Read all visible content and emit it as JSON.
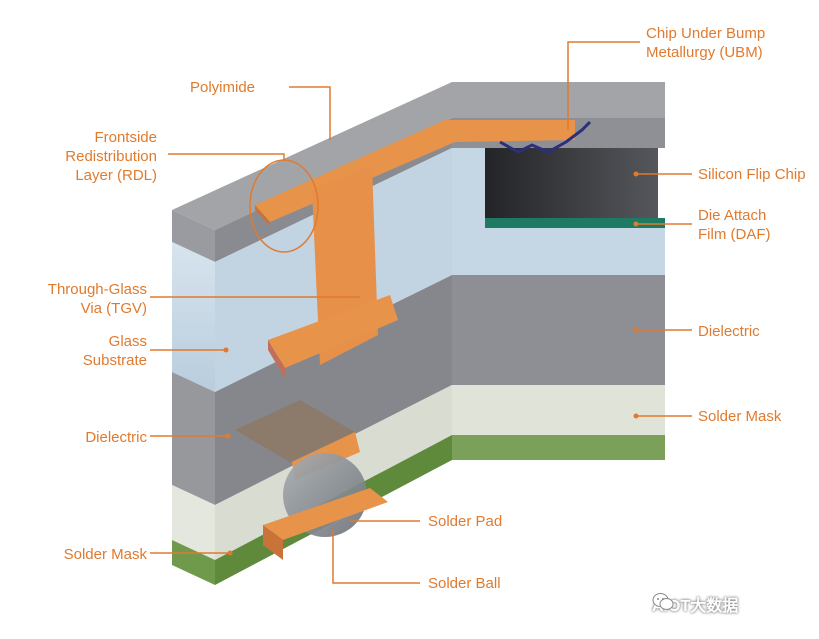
{
  "labels": {
    "ubm": {
      "line1": "Chip Under Bump",
      "line2": "Metallurgy (UBM)"
    },
    "polyimide": "Polyimide",
    "rdl": {
      "line1": "Frontside",
      "line2": "Redistribution",
      "line3": "Layer (RDL)"
    },
    "silicon_flip_chip": "Silicon Flip Chip",
    "daf": {
      "line1": "Die Attach",
      "line2": "Film (DAF)"
    },
    "tgv": {
      "line1": "Through-Glass",
      "line2": "Via (TGV)"
    },
    "glass_substrate": {
      "line1": "Glass",
      "line2": "Substrate"
    },
    "dielectric_right": "Dielectric",
    "solder_mask_right": "Solder Mask",
    "dielectric_left": "Dielectric",
    "solder_pad": "Solder Pad",
    "solder_mask_left": "Solder Mask",
    "solder_ball": "Solder Ball"
  },
  "watermark": {
    "text": "AIOT大数据",
    "icon": "wechat-icon"
  },
  "colors": {
    "label": "#e07a2e",
    "copper": "#e8934a",
    "glass": "#c9d9e6",
    "dielectric": "#8e8f93",
    "solder_mask": "#dde2d6",
    "green_edge": "#5e8c3a",
    "chip": "#3a3b3e",
    "daf": "#1f7a63"
  }
}
